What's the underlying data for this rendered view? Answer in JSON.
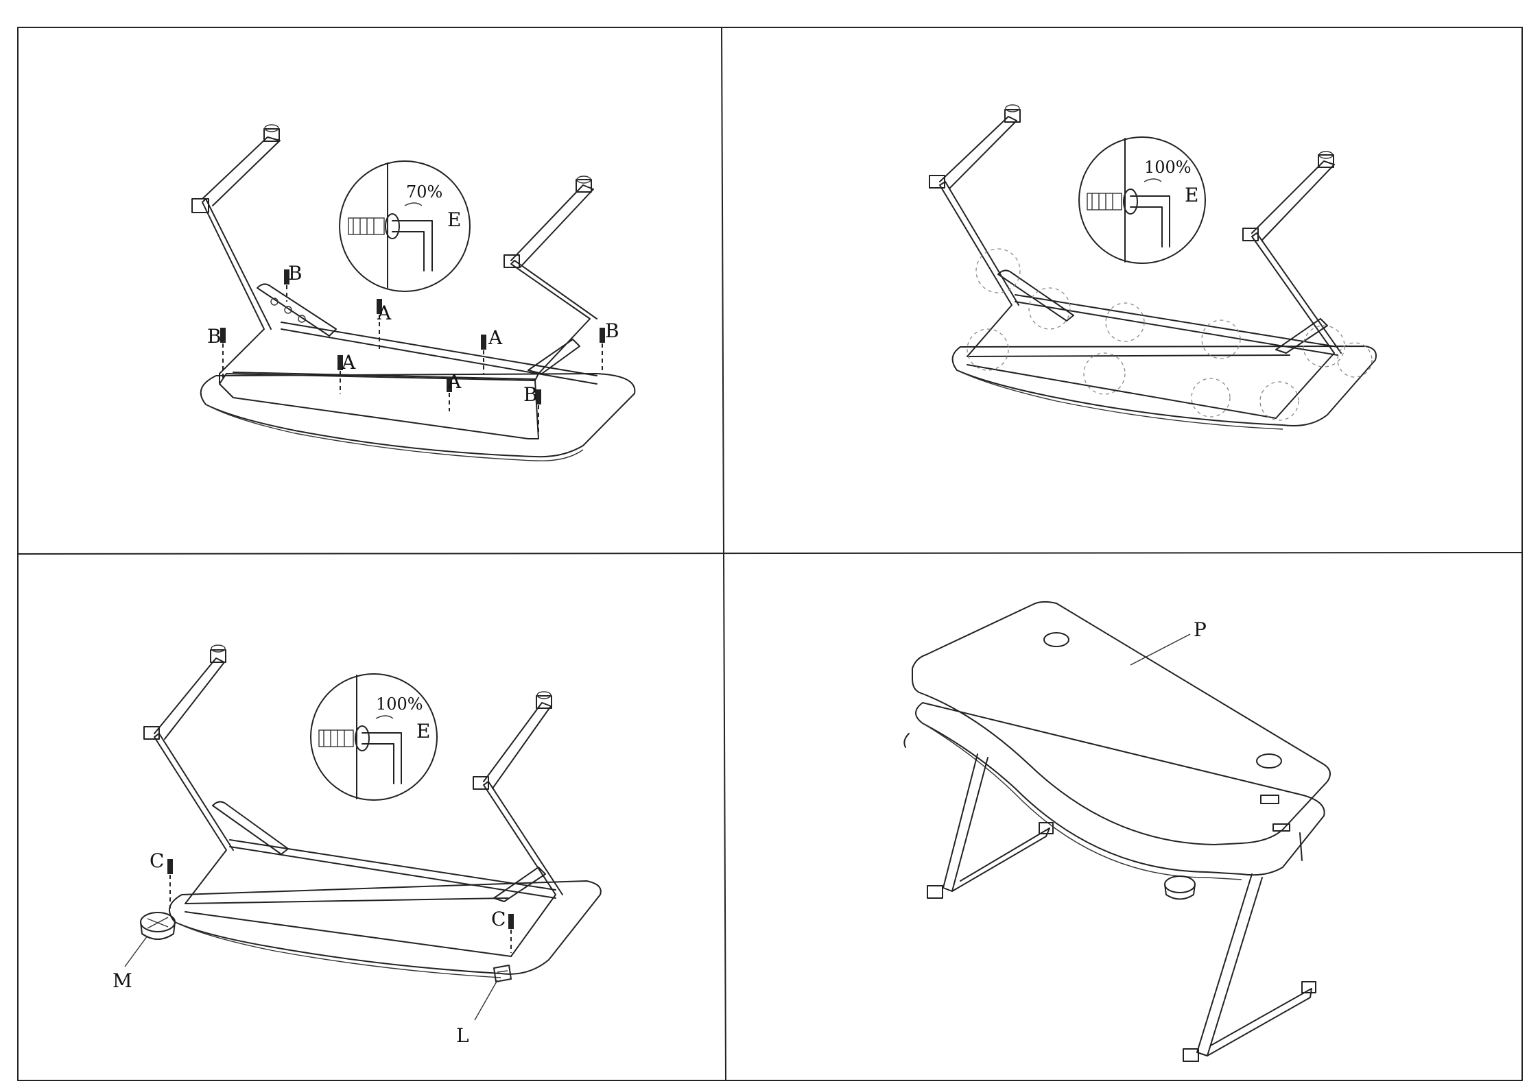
{
  "panels": [
    {
      "id": "step-1",
      "labels": {
        "b1": "B",
        "b2": "B",
        "b3": "B",
        "b4": "B",
        "a1": "A",
        "a2": "A",
        "a3": "A",
        "a4": "A",
        "e": "E"
      },
      "torque": "70%"
    },
    {
      "id": "step-2",
      "labels": {
        "e": "E"
      },
      "torque": "100%"
    },
    {
      "id": "step-3",
      "labels": {
        "c1": "C",
        "c2": "C",
        "m": "M",
        "l": "L",
        "e": "E"
      },
      "torque": "100%"
    },
    {
      "id": "step-4",
      "labels": {
        "p": "P"
      }
    }
  ],
  "colors": {
    "line": "#222222",
    "ghost": "#888888",
    "background": "#ffffff"
  }
}
